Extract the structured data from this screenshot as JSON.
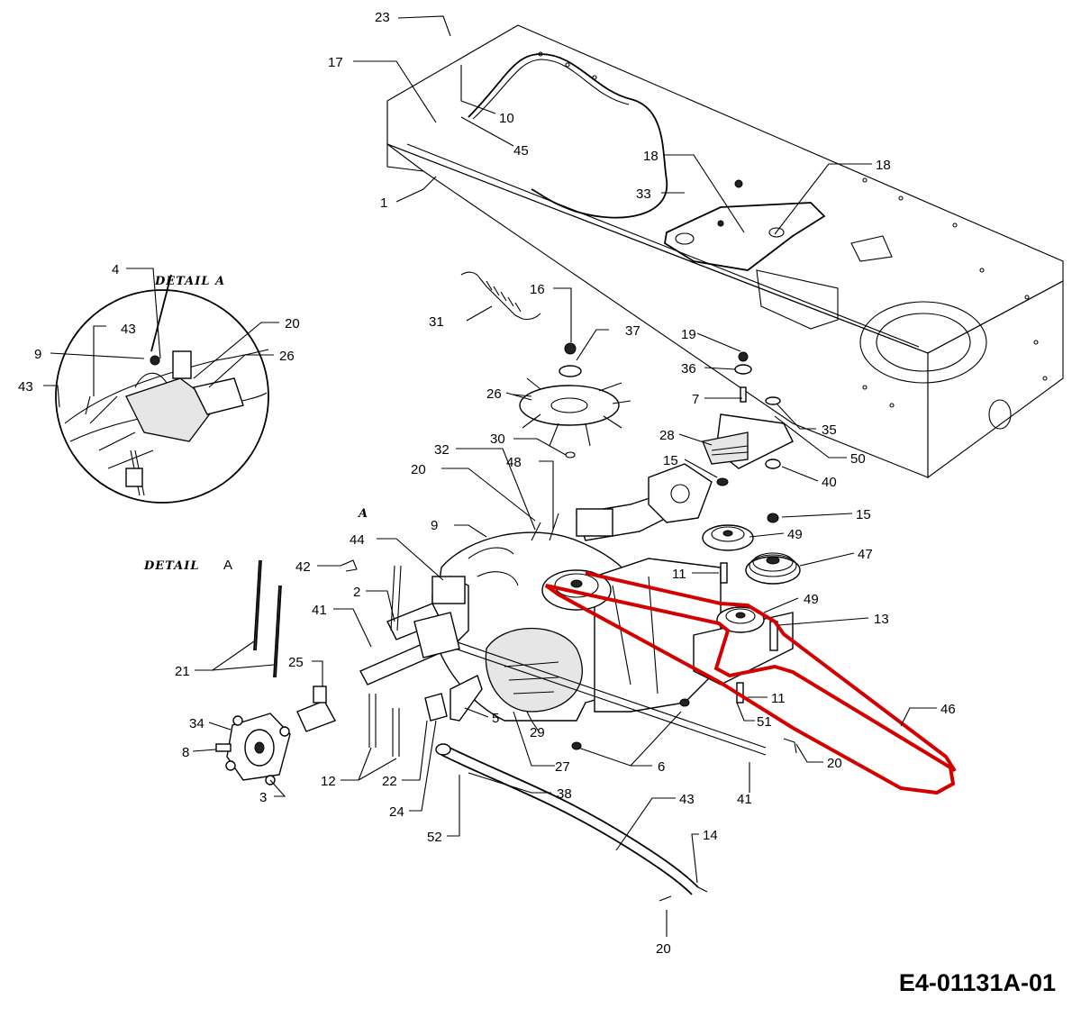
{
  "drawing_id": "E4-01131A-01",
  "detail": {
    "inset_title": "DETAIL A",
    "main_title": "DETAIL",
    "main_letter": "A",
    "pointer_letter": "A"
  },
  "colors": {
    "belt": "#d40000",
    "ink": "#000000",
    "background": "#ffffff"
  },
  "callouts": [
    "23",
    "17",
    "10",
    "45",
    "18",
    "33",
    "18",
    "1",
    "4",
    "20",
    "43",
    "9",
    "26",
    "43",
    "31",
    "16",
    "37",
    "19",
    "36",
    "26",
    "7",
    "35",
    "30",
    "28",
    "50",
    "32",
    "20",
    "48",
    "15",
    "40",
    "15",
    "9",
    "49",
    "44",
    "47",
    "42",
    "11",
    "2",
    "49",
    "13",
    "41",
    "21",
    "25",
    "46",
    "11",
    "51",
    "34",
    "5",
    "29",
    "8",
    "27",
    "6",
    "20",
    "12",
    "22",
    "41",
    "3",
    "24",
    "38",
    "43",
    "52",
    "14",
    "20"
  ]
}
